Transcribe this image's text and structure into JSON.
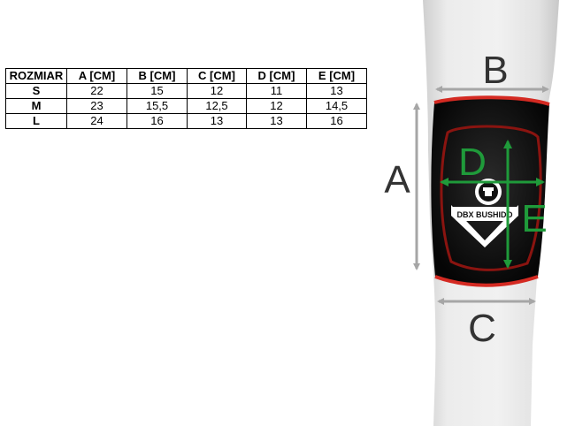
{
  "table": {
    "headers": [
      "ROZMIAR",
      "A [CM]",
      "B [CM]",
      "C [CM]",
      "D [CM]",
      "E [CM]"
    ],
    "rows": [
      {
        "size": "S",
        "a": "22",
        "b": "15",
        "c": "12",
        "d": "11",
        "e": "13"
      },
      {
        "size": "M",
        "a": "23",
        "b": "15,5",
        "c": "12,5",
        "d": "12",
        "e": "14,5"
      },
      {
        "size": "L",
        "a": "24",
        "b": "16",
        "c": "13",
        "d": "13",
        "e": "16"
      }
    ]
  },
  "diagram": {
    "labels": {
      "a": "A",
      "b": "B",
      "c": "C",
      "d": "D",
      "e": "E"
    },
    "brand_text": "DBX BUSHIDO",
    "colors": {
      "grey_arrow": "#a6a6a6",
      "green_arrow": "#1f9a3a",
      "pad_black": "#111111",
      "pad_red": "#d42a22",
      "leg": "#e6e6e6"
    }
  }
}
